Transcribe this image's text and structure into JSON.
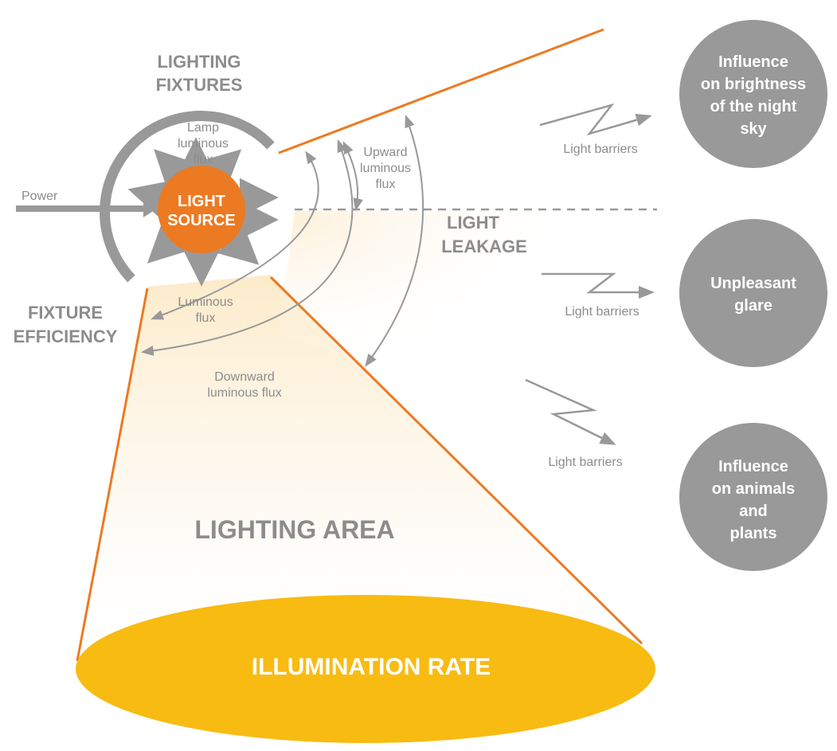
{
  "labels": {
    "lighting_fixtures_1": "LIGHTING",
    "lighting_fixtures_2": "FIXTURES",
    "lamp_flux_1": "Lamp",
    "lamp_flux_2": "luminous",
    "lamp_flux_3": "flux",
    "power": "Power",
    "light_source_1": "LIGHT",
    "light_source_2": "SOURCE",
    "luminous_flux_1": "Luminous",
    "luminous_flux_2": "flux",
    "fixture_efficiency_1": "FIXTURE",
    "fixture_efficiency_2": "EFFICIENCY",
    "upward_flux_1": "Upward",
    "upward_flux_2": "luminous",
    "upward_flux_3": "flux",
    "downward_flux_1": "Downward",
    "downward_flux_2": "luminous flux",
    "light_leakage_1": "LIGHT",
    "light_leakage_2": "LEAKAGE",
    "lighting_area": "LIGHTING AREA",
    "illumination_rate": "ILLUMINATION RATE",
    "barrier_1": "Light barriers",
    "barrier_2": "Light barriers",
    "barrier_3": "Light barriers"
  },
  "impacts": {
    "night_sky_1": "Influence",
    "night_sky_2": "on brightness",
    "night_sky_3": "of  the night",
    "night_sky_4": "sky",
    "glare_1": "Unpleasant",
    "glare_2": "glare",
    "animals_1": "Influence",
    "animals_2": "on animals",
    "animals_3": "and",
    "animals_4": "plants"
  },
  "colors": {
    "orange": "#ec7a22",
    "gray": "#8c8c8c",
    "yellow": "#f8bb12",
    "circle_gray": "#999999"
  }
}
